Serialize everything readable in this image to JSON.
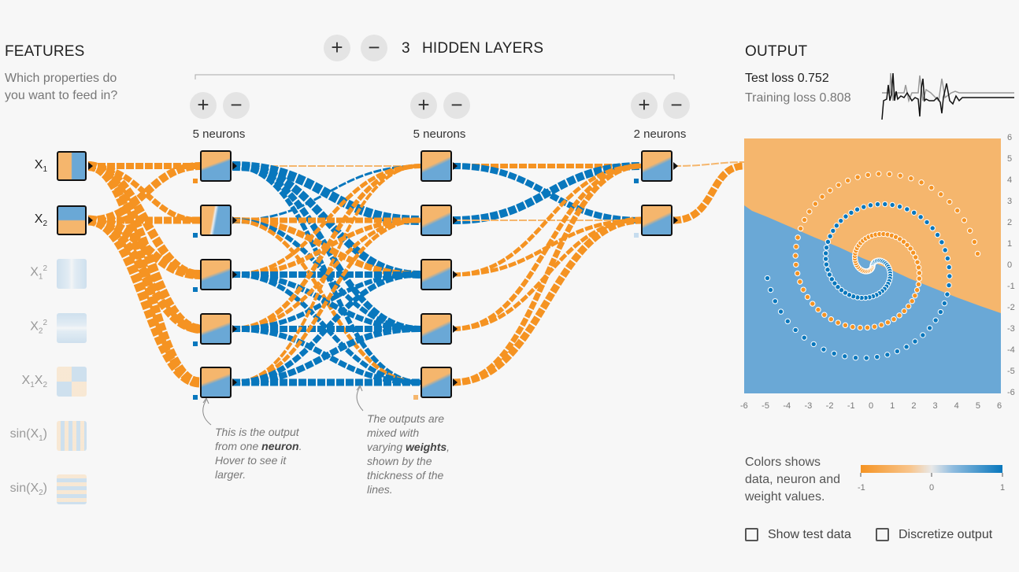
{
  "features": {
    "title": "FEATURES",
    "subtitle_line1": "Which properties do",
    "subtitle_line2": "you want to feed in?",
    "items": [
      {
        "label_main": "X",
        "label_sub": "1",
        "active": true
      },
      {
        "label_main": "X",
        "label_sub": "2",
        "active": true
      },
      {
        "label_main": "X",
        "label_sub": "1",
        "label_sup": "2",
        "active": false
      },
      {
        "label_main": "X",
        "label_sub": "2",
        "label_sup": "2",
        "active": false
      },
      {
        "label_text": "X",
        "label_sub": "1",
        "label_text2": "X",
        "label_sub2": "2",
        "active": false
      },
      {
        "label_text": "sin(X",
        "label_sub": "1",
        "label_close": ")",
        "active": false
      },
      {
        "label_text": "sin(X",
        "label_sub": "2",
        "label_close": ")",
        "active": false
      }
    ]
  },
  "layers": {
    "add_symbol": "+",
    "remove_symbol": "−",
    "count": "3",
    "title": "HIDDEN LAYERS",
    "neuron_counts": [
      "5 neurons",
      "5 neurons",
      "2 neurons"
    ]
  },
  "notes": {
    "neuron_note": {
      "l1": "This is the output",
      "l2_pre": "from one ",
      "l2_bold": "neuron",
      "l2_post": ".",
      "l3": "Hover to see it",
      "l4": "larger."
    },
    "weights_note": {
      "l1": "The outputs are",
      "l2": "mixed with",
      "l3_pre": "varying ",
      "l3_bold": "weights",
      "l3_post": ",",
      "l4": "shown by the",
      "l5": "thickness of the",
      "l6": "lines."
    }
  },
  "output": {
    "title": "OUTPUT",
    "test_loss_label": "Test loss 0.752",
    "training_loss_label": "Training loss 0.808",
    "y_ticks": [
      "6",
      "5",
      "4",
      "3",
      "2",
      "1",
      "0",
      "-1",
      "-2",
      "-3",
      "-4",
      "-5",
      "-6"
    ],
    "x_ticks": [
      "-6",
      "-5",
      "-4",
      "-3",
      "-2",
      "-1",
      "0",
      "1",
      "2",
      "3",
      "4",
      "5",
      "6"
    ],
    "legend_text_l1": "Colors shows",
    "legend_text_l2": "data, neuron and",
    "legend_text_l3": "weight values.",
    "legend_ticks": [
      "-1",
      "0",
      "1"
    ],
    "show_test_data": "Show test data",
    "discretize_output": "Discretize output",
    "show_test_data_checked": false,
    "discretize_output_checked": false
  },
  "colors": {
    "orange": "#f59322",
    "blue": "#0877bd",
    "bg_orange": "#f5b66d",
    "bg_blue": "#6aa8d6",
    "point_orange": "#f59322",
    "point_blue": "#0877bd"
  }
}
